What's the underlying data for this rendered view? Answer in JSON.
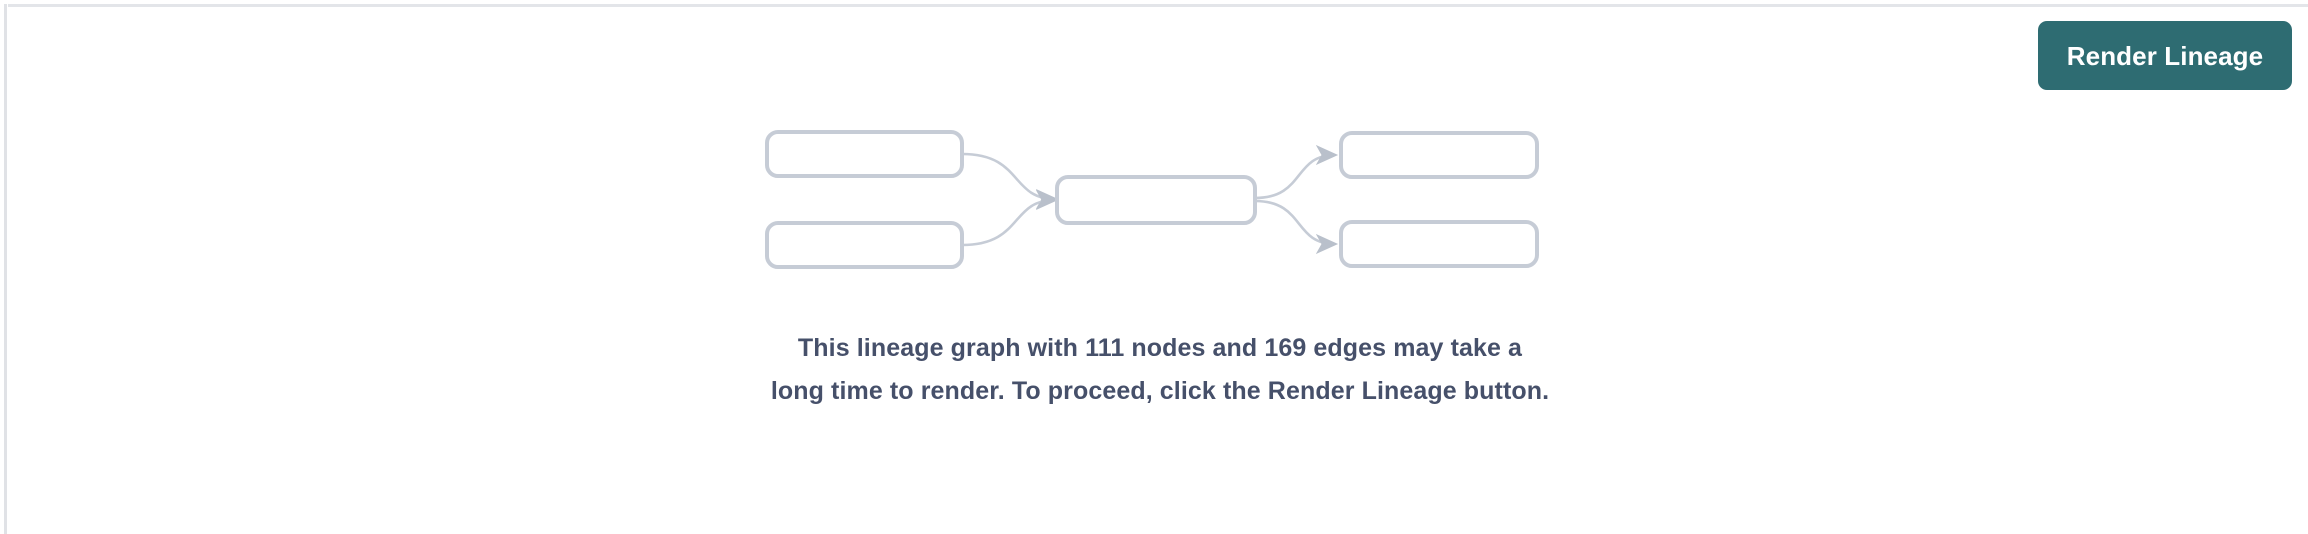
{
  "page": {
    "background_color": "#ffffff",
    "border_color": "#e3e5e9"
  },
  "toolbar": {
    "render_button_label": "Render Lineage",
    "render_button_color": "#2e6c72",
    "render_button_text_color": "#ffffff"
  },
  "placeholder_graph": {
    "node_stroke_color": "#c6ccd6",
    "node_fill_color": "#ffffff",
    "edge_color": "#c6ccd6",
    "nodes": [
      {
        "id": "left-top",
        "label": ""
      },
      {
        "id": "left-bottom",
        "label": ""
      },
      {
        "id": "center",
        "label": ""
      },
      {
        "id": "right-top",
        "label": ""
      },
      {
        "id": "right-bottom",
        "label": ""
      }
    ],
    "edges": [
      {
        "from": "left-top",
        "to": "center"
      },
      {
        "from": "left-bottom",
        "to": "center"
      },
      {
        "from": "center",
        "to": "right-top"
      },
      {
        "from": "center",
        "to": "right-bottom"
      }
    ]
  },
  "message": {
    "text": "This lineage graph with 111 nodes and 169 edges may take a long time to render. To proceed, click the Render Lineage button.",
    "node_count": 111,
    "edge_count": 169,
    "text_color": "#46506a"
  }
}
